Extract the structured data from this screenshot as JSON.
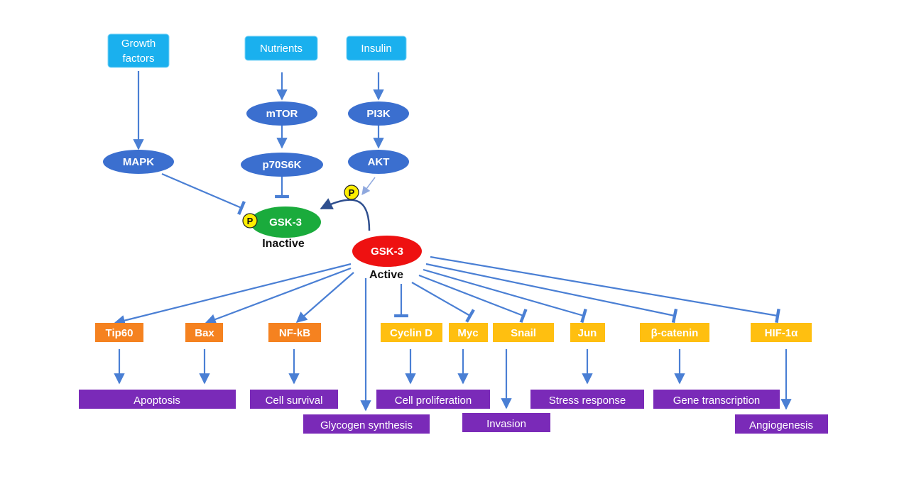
{
  "inputs": {
    "growth_factors_line1": "Growth",
    "growth_factors_line2": "factors",
    "nutrients": "Nutrients",
    "insulin": "Insulin"
  },
  "kinases": {
    "mapk": "MAPK",
    "mtor": "mTOR",
    "p70s6k": "p70S6K",
    "pi3k": "PI3K",
    "akt": "AKT"
  },
  "gsk3": {
    "inactive_label": "GSK-3",
    "inactive_state": "Inactive",
    "active_label": "GSK-3",
    "active_state": "Active",
    "phospho_marker": "P"
  },
  "substrates": {
    "tip60": "Tip60",
    "bax": "Bax",
    "nfkb": "NF-kB",
    "cyclin_d": "Cyclin D",
    "myc": "Myc",
    "snail": "Snail",
    "jun": "Jun",
    "beta_catenin": "β-catenin",
    "hif1a": "HIF-1α"
  },
  "outcomes": {
    "apoptosis": "Apoptosis",
    "cell_survival": "Cell survival",
    "glycogen_synthesis": "Glycogen synthesis",
    "cell_proliferation": "Cell proliferation",
    "invasion": "Invasion",
    "stress_response": "Stress response",
    "gene_transcription": "Gene transcription",
    "angiogenesis": "Angiogenesis"
  },
  "colors": {
    "input_box": "#1ab0ee",
    "kinase": "#3b6fcf",
    "gsk3_inactive": "#1aab3c",
    "gsk3_active": "#ee1111",
    "substrate_orange": "#f58220",
    "substrate_yellow": "#ffbf10",
    "outcome": "#7a2ab8",
    "phospho": "#ffee00",
    "arrow": "#4a7fd4"
  }
}
